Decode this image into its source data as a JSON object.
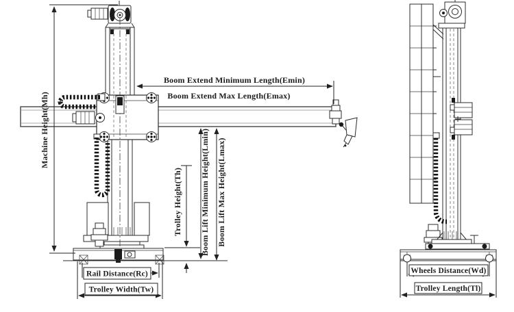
{
  "diagram": {
    "type": "technical-dimension-drawing",
    "subject": "welding column and boom manipulator - front and side views",
    "colors": {
      "line": "#2b2b2b",
      "beam": "#5a5a5a",
      "background": "#ffffff",
      "text": "#1c1c1c"
    },
    "labels": {
      "machine_height": "Machine Height(Mh)",
      "boom_extend_min": "Boom Extend Minimum Length(Emin)",
      "boom_extend_max": "Boom Extend Max Length(Emax)",
      "trolley_height": "Trolley Height(Th)",
      "boom_lift_min": "Boom Lift Minimum Height(Lmin)",
      "boom_lift_max": "Boom Lift Max Height(Lmax)",
      "rail_distance": "Rail Distance(Rc)",
      "trolley_width": "Trolley Width(Tw)",
      "wheels_distance": "Wheels Distance(Wd)",
      "trolley_length": "Trolley Length(Tl)"
    }
  }
}
